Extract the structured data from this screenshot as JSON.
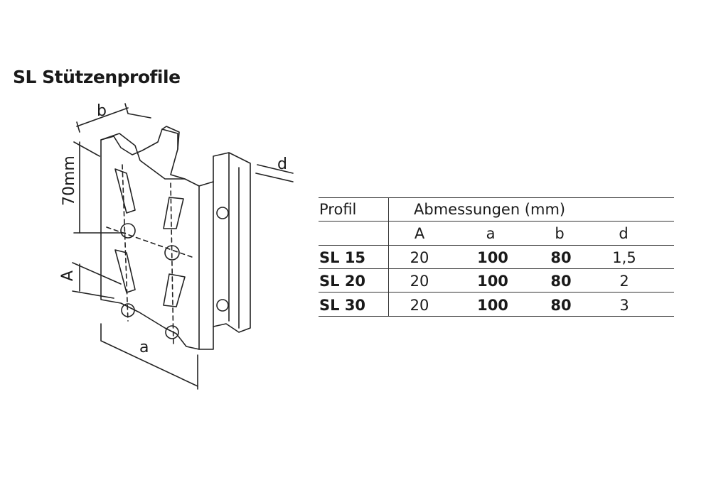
{
  "title": "SL Stützenprofile",
  "drawing": {
    "dim_b": "b",
    "dim_a": "a",
    "dim_d": "d",
    "dim_A": "A",
    "dim_70mm": "70mm"
  },
  "table": {
    "col_profile_header": "Profil",
    "group_header": "Abmessungen (mm)",
    "sub_headers": [
      "A",
      "a",
      "b",
      "d"
    ],
    "rows": [
      {
        "profile": "SL 15",
        "A": "20",
        "a": "100",
        "b": "80",
        "d": "1,5"
      },
      {
        "profile": "SL 20",
        "A": "20",
        "a": "100",
        "b": "80",
        "d": "2"
      },
      {
        "profile": "SL 30",
        "A": "20",
        "a": "100",
        "b": "80",
        "d": "3"
      }
    ]
  }
}
